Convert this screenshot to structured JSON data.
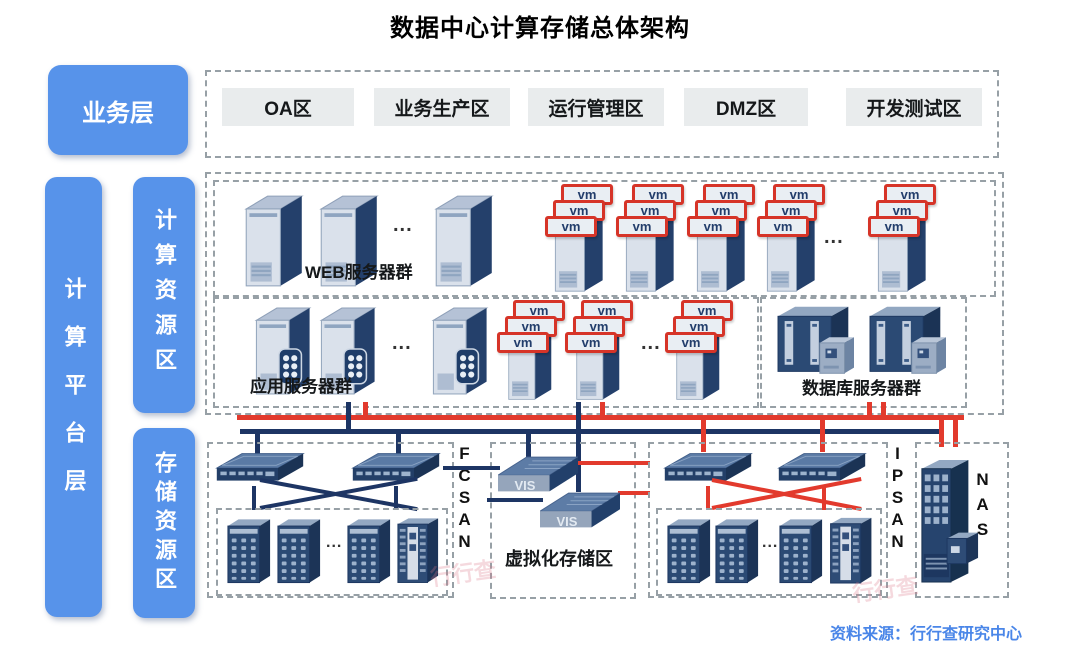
{
  "title": "数据中心计算存储总体架构",
  "source_note": "资料来源：行行查研究中心",
  "watermark": "行行查",
  "layers": {
    "business": "业务层",
    "compute_platform": "计算平台层",
    "compute_resource": "计算资源区",
    "storage_resource": "存储资源区"
  },
  "business_zones": [
    "OA区",
    "业务生产区",
    "运行管理区",
    "DMZ区",
    "开发测试区"
  ],
  "server_groups": {
    "web": "WEB服务器群",
    "app": "应用服务器群",
    "db": "数据库服务器群"
  },
  "storage": {
    "fcsan": "FCSAN",
    "ipsan": "IPSAN",
    "nas": "NAS",
    "virtual_zone": "虚拟化存储区",
    "vis": "VIS"
  },
  "labels": {
    "vm": "vm",
    "ellipsis": "..."
  },
  "colors": {
    "layer_blue": "#5793ea",
    "bus_red": "#e23a2d",
    "bus_navy": "#1d3564",
    "vm_border_red": "#d63428",
    "zone_gray": "#e9eced",
    "source_blue": "#4a86e8"
  }
}
